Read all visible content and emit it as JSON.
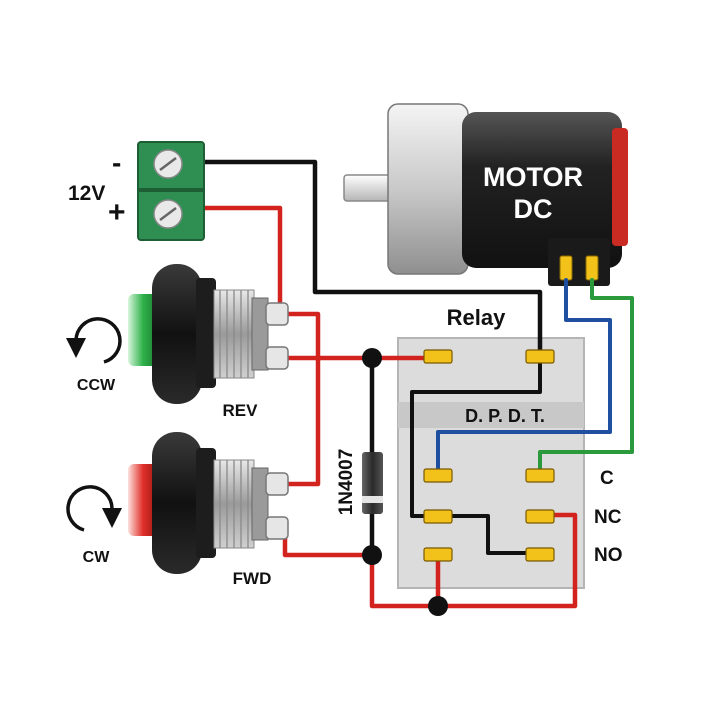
{
  "power": {
    "voltage_label": "12V",
    "neg_label": "-",
    "pos_label": "+"
  },
  "motor": {
    "line1": "MOTOR",
    "line2": "DC"
  },
  "relay": {
    "title": "Relay",
    "type_label": "D. P. D. T."
  },
  "diode": {
    "label": "1N4007"
  },
  "switches": {
    "rev": {
      "label": "REV",
      "direction": "CCW",
      "cap_color": "#2fb24a"
    },
    "fwd": {
      "label": "FWD",
      "direction": "CW",
      "cap_color": "#e0302a"
    }
  },
  "contacts": {
    "c": "C",
    "nc": "NC",
    "no": "NO"
  },
  "colors": {
    "wire_black": "#111111",
    "wire_red": "#d2231f",
    "wire_blue": "#1f4fa0",
    "wire_green": "#2a9a3c",
    "terminal_green": "#2f8f52",
    "relay_body": "#dcdcdc",
    "pin_yellow": "#f2c21b"
  }
}
